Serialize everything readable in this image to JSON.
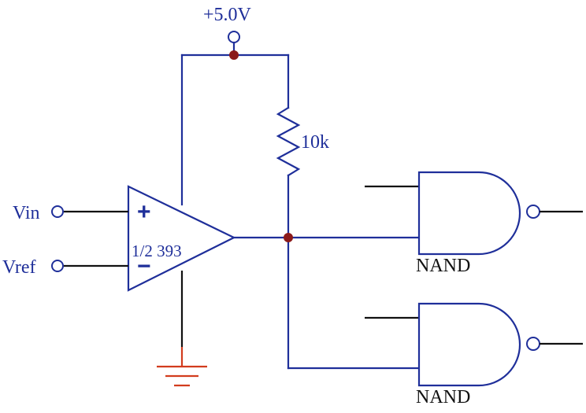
{
  "supply": {
    "label": "+5.0V"
  },
  "resistor": {
    "label": "10k"
  },
  "comparator": {
    "part_label": "1/2 393",
    "plus_sign": "+",
    "minus_sign": "−"
  },
  "inputs": {
    "vin_label": "Vin",
    "vref_label": "Vref"
  },
  "gates": [
    {
      "label": "NAND"
    },
    {
      "label": "NAND"
    }
  ],
  "colors": {
    "wire": "#1f2f9a",
    "gate_wire": "#111111",
    "junction": "#8b1a1a",
    "ground": "#d23c1e"
  }
}
